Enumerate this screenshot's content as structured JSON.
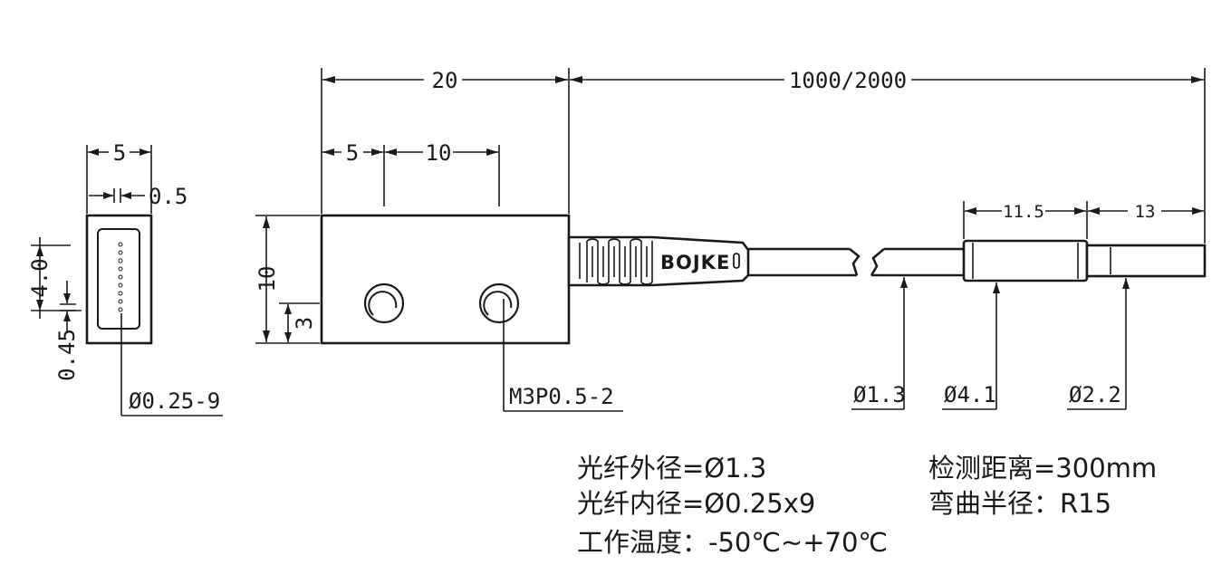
{
  "dimensions": {
    "end_width": "5",
    "end_gap": "0.5",
    "end_height": "4.0",
    "end_pitch": "0.45",
    "fiber_spec": "Ø0.25-9",
    "body_length": "20",
    "hole_offset": "5",
    "hole_pitch": "10",
    "body_height": "10",
    "hole_height": "3",
    "mount_screw": "M3P0.5-2",
    "cable_length": "1000/2000",
    "sleeve_length": "11.5",
    "tip_length": "13",
    "cable_dia": "Ø1.3",
    "sleeve_dia": "Ø4.1",
    "tip_dia": "Ø2.2"
  },
  "brand_label": "BOJKE",
  "specs": {
    "outer_diameter": "光纤外径=Ø1.3",
    "inner_diameter": "光纤内径=Ø0.25x9",
    "detect_distance": "检测距离=300mm",
    "bend_radius": "弯曲半径：R15",
    "temperature": "工作温度：-50℃~+70℃"
  }
}
